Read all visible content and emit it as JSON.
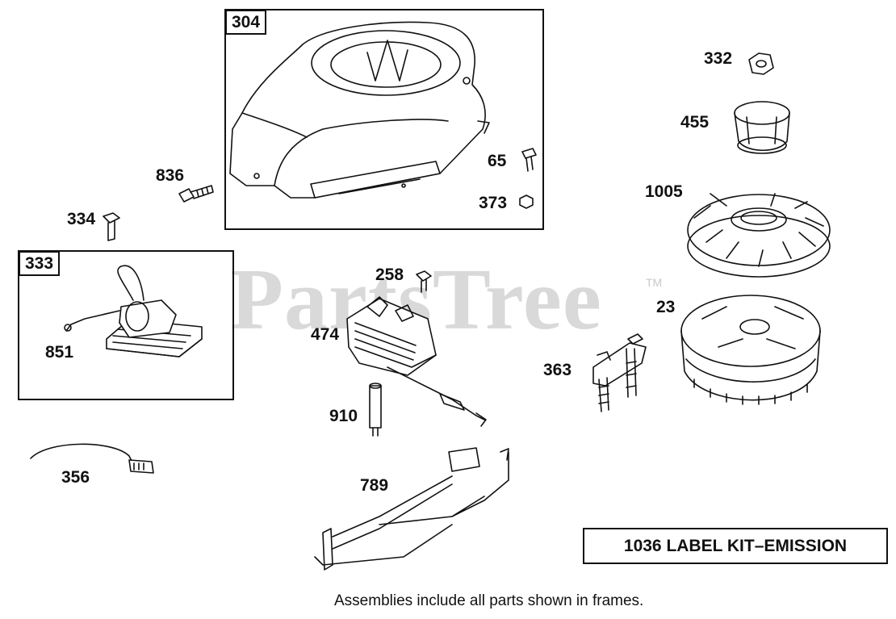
{
  "watermark": {
    "text": "PartsTree",
    "trademark": "TM"
  },
  "frames": {
    "f304": "304",
    "f333": "333"
  },
  "parts": {
    "p332": "332",
    "p455": "455",
    "p1005": "1005",
    "p23": "23",
    "p65": "65",
    "p373": "373",
    "p836": "836",
    "p334": "334",
    "p851": "851",
    "p258": "258",
    "p474": "474",
    "p363": "363",
    "p910": "910",
    "p356": "356",
    "p789": "789"
  },
  "kit_label": "1036 LABEL KIT–EMISSION",
  "footnote": "Assemblies include all parts shown in frames."
}
